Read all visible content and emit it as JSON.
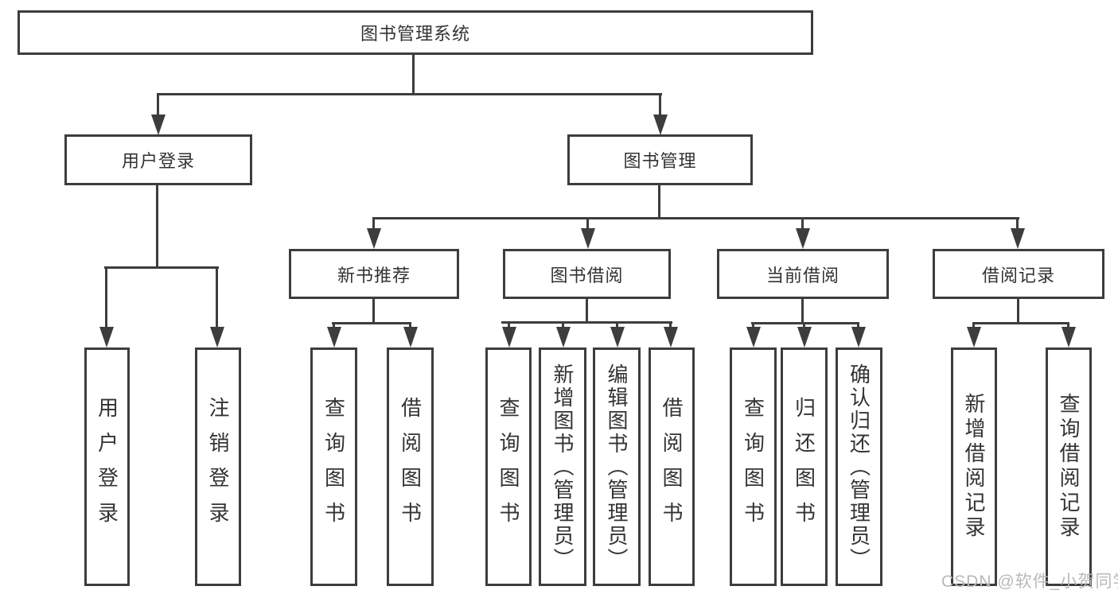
{
  "tree": {
    "root": "图书管理系统",
    "level1": [
      {
        "label": "用户登录",
        "children": [
          "用户登录",
          "注销登录"
        ]
      },
      {
        "label": "图书管理"
      }
    ],
    "level2": [
      {
        "label": "新书推荐",
        "children": [
          "查询图书",
          "借阅图书"
        ]
      },
      {
        "label": "图书借阅",
        "children": [
          "查询图书",
          "新增图书（管理员）",
          "编辑图书（管理员）",
          "借阅图书"
        ]
      },
      {
        "label": "当前借阅",
        "children": [
          "查询图书",
          "归还图书",
          "确认归还（管理员）"
        ]
      },
      {
        "label": "借阅记录",
        "children": [
          "新增借阅记录",
          "查询借阅记录"
        ]
      }
    ]
  },
  "watermark": "CSDN @软件_小贺同学",
  "colors": {
    "line": "#3d3d3d",
    "text": "#333333",
    "background": "#ffffff",
    "watermark": "#b9b9b9"
  }
}
